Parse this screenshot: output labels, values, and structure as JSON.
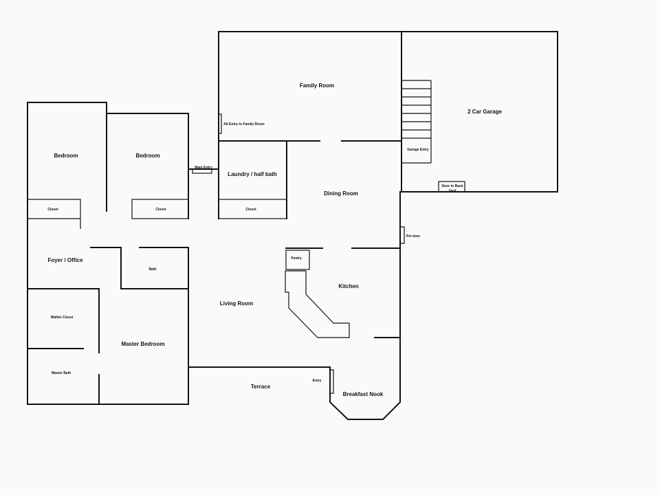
{
  "rooms": {
    "family_room": "Family Room",
    "garage": "2 Car Garage",
    "bedroom_1": "Bedroom",
    "bedroom_2": "Bedroom",
    "laundry": "Laundry / half bath",
    "dining_room": "Dining Room",
    "foyer": "Foyer / Office",
    "kitchen": "Kitchen",
    "living_room": "Living Room",
    "master_bedroom": "Master Bedroom",
    "terrace": "Terrace",
    "breakfast_nook": "Breakfast Nook"
  },
  "labels": {
    "alt_entry": "Alt Entry to Family Room",
    "main_entry": "Main Entry",
    "garage_entry": "Garage Entry",
    "door_back_yard_1": "Door to Back",
    "door_back_yard_2": "Yard",
    "pet_door": "Pet door",
    "closet_1": "Closet",
    "closet_2": "Closet",
    "closet_3": "Closet",
    "bath": "Bath",
    "pantry": "Pantry",
    "walkin_closet": "Walkin Closet",
    "master_bath": "Master Bath",
    "entry": "Entry"
  }
}
